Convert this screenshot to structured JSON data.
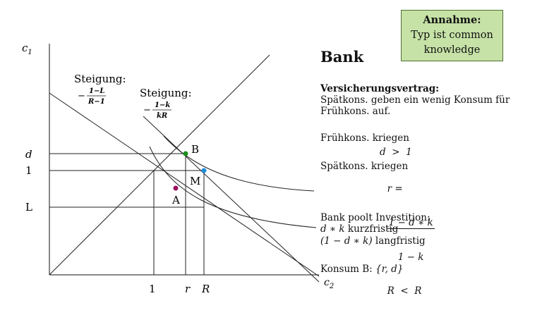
{
  "axes": {
    "y_label": "c",
    "y_sub": "1",
    "x_label": "c",
    "x_sub": "2",
    "y_ticks": [
      "d",
      "1",
      "L"
    ],
    "x_ticks": [
      "1",
      "r",
      "R"
    ]
  },
  "points": {
    "B": {
      "label": "B",
      "color": "#1a8f1a"
    },
    "M": {
      "label": "M",
      "color": "#1f8fdc"
    },
    "A": {
      "label": "A",
      "color": "#9a1060"
    }
  },
  "slope1": {
    "label": "Steigung:",
    "minus": "−",
    "num": "1−L",
    "den": "R−1"
  },
  "slope2": {
    "label": "Steigung:",
    "minus": "−",
    "num": "1−k",
    "den": "kR"
  },
  "annahme": {
    "title": "Annahme:",
    "line1": "Typ ist common",
    "line2": "knowledge"
  },
  "heading": "Bank",
  "contract": {
    "title": "Versicherungsvertrag:",
    "line1": "Spätkons. geben ein wenig Konsum für",
    "line2": "Frühkons. auf."
  },
  "early": {
    "label": "Frühkons. kriegen",
    "formula": "d  >  1"
  },
  "late": {
    "label": "Spätkons. kriegen",
    "lhs": "r =",
    "num": "1 − d ∗ k",
    "den": "1 − k",
    "rhs": "R  <  R"
  },
  "pool": {
    "title": "Bank poolt Investition:",
    "short_math": "d ∗ k",
    "short_text": "kurzfristig",
    "long_math": "(1 − d ∗ k)",
    "long_text": "langfristig"
  },
  "consum": {
    "text": "Konsum B:",
    "set": "{r, d}"
  }
}
